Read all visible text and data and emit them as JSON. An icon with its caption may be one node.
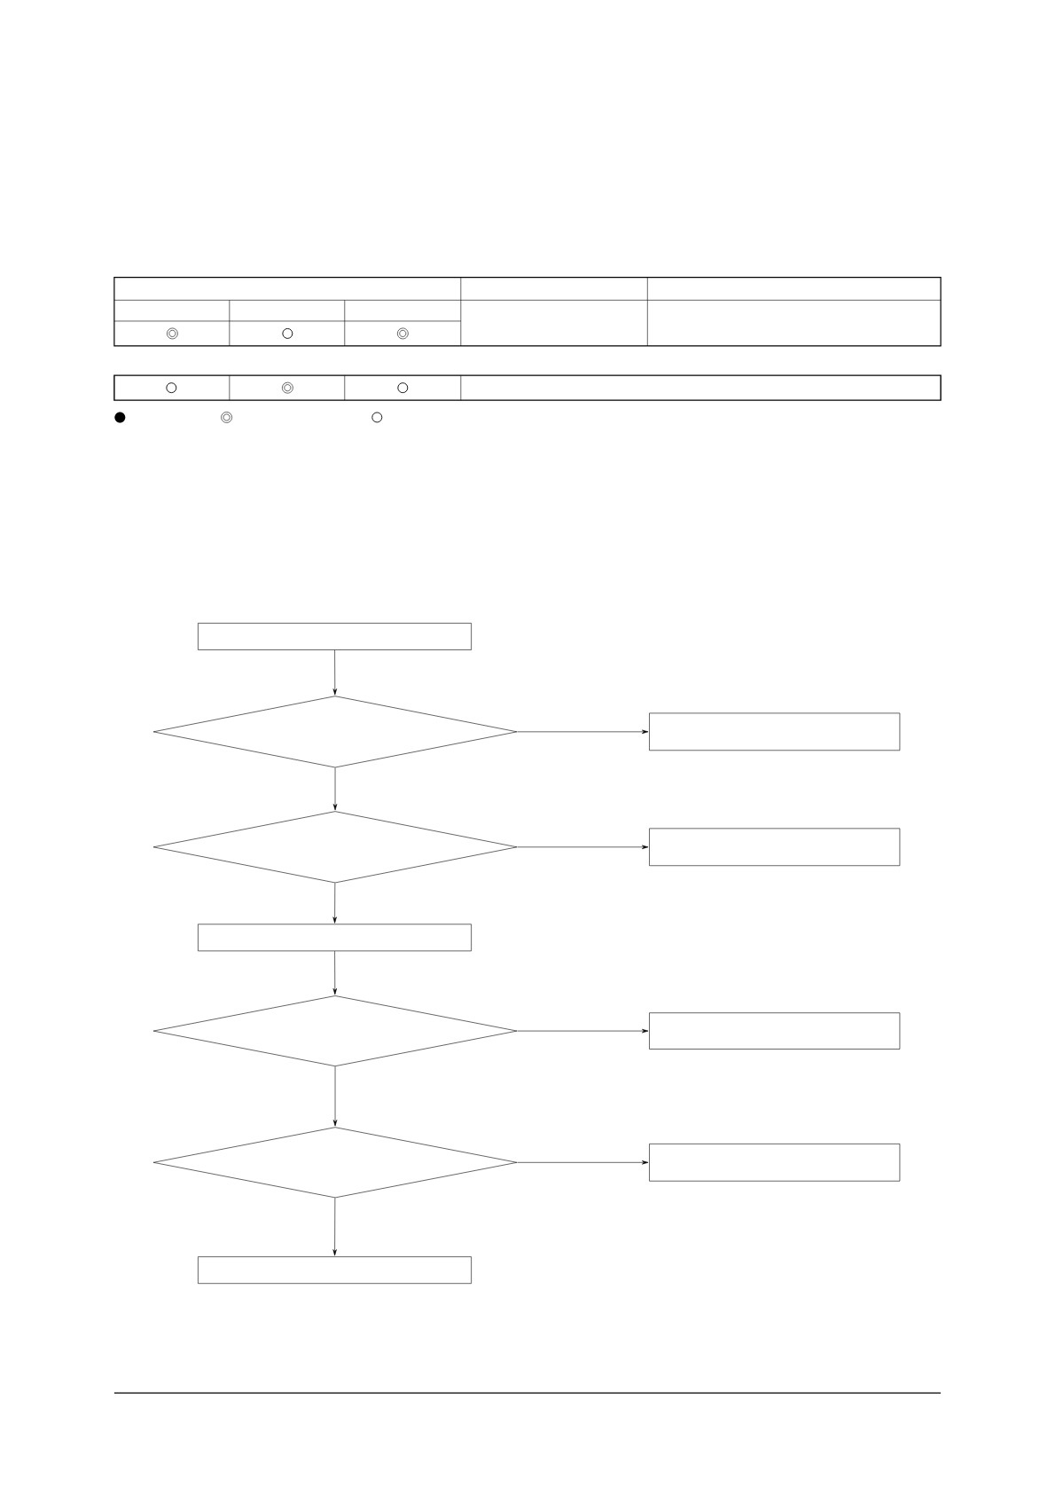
{
  "diagram": {
    "nodes": [
      {
        "text": [],
        "shape": "box"
      },
      {
        "text": [],
        "shape": "diamond"
      },
      {
        "text": [],
        "shape": "box"
      },
      {
        "text": [],
        "shape": "diamond"
      },
      {
        "text": [],
        "shape": "box"
      },
      {
        "text": [],
        "shape": "box"
      },
      {
        "text": [],
        "shape": "diamond"
      },
      {
        "text": [],
        "shape": "box"
      },
      {
        "text": [],
        "shape": "diamond"
      },
      {
        "text": [],
        "shape": "box"
      },
      {
        "text": [],
        "shape": "box"
      }
    ],
    "edges": [
      {
        "from": 0,
        "to": 1,
        "arrow": "to"
      },
      {
        "from": 1,
        "to": 2,
        "arrow": "to"
      },
      {
        "from": 1,
        "to": 3,
        "arrow": "to"
      },
      {
        "from": 3,
        "to": 4,
        "arrow": "to"
      },
      {
        "from": 3,
        "to": 5,
        "arrow": "to"
      },
      {
        "from": 5,
        "to": 6,
        "arrow": "to"
      },
      {
        "from": 6,
        "to": 7,
        "arrow": "to"
      },
      {
        "from": 6,
        "to": 8,
        "arrow": "to"
      },
      {
        "from": 8,
        "to": 9,
        "arrow": "to"
      },
      {
        "from": 8,
        "to": 10,
        "arrow": "to"
      }
    ]
  }
}
